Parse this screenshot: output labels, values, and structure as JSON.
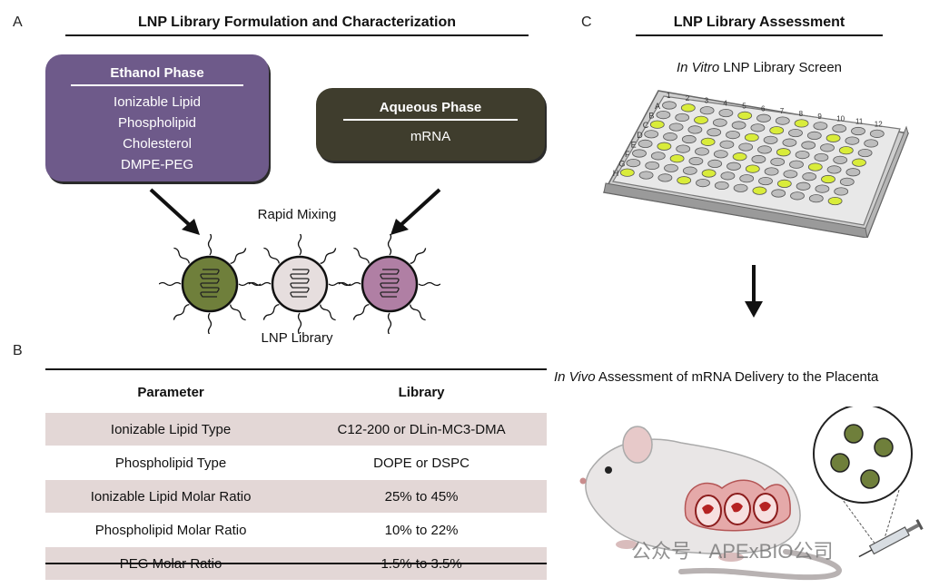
{
  "panels": {
    "a": {
      "letter": "A",
      "title": "LNP Library Formulation and Characterization",
      "ethanol": {
        "title": "Ethanol Phase",
        "items": [
          "Ionizable Lipid",
          "Phospholipid",
          "Cholesterol",
          "DMPE-PEG"
        ],
        "color": "#6e5a8a"
      },
      "aqueous": {
        "title": "Aqueous Phase",
        "items": [
          "mRNA"
        ],
        "color": "#3f3d2d"
      },
      "mixing_label": "Rapid Mixing",
      "library_label": "LNP Library",
      "particle_colors": [
        "#6f7f3b",
        "#e6dede",
        "#b07fa4"
      ]
    },
    "b": {
      "letter": "B",
      "columns": [
        "Parameter",
        "Library"
      ],
      "rows": [
        {
          "parameter": "Ionizable Lipid Type",
          "library": "C12-200 or DLin-MC3-DMA"
        },
        {
          "parameter": "Phospholipid Type",
          "library": "DOPE or DSPC"
        },
        {
          "parameter": "Ionizable Lipid Molar Ratio",
          "library": "25% to 45%"
        },
        {
          "parameter": "Phospholipid Molar Ratio",
          "library": "10% to 22%"
        },
        {
          "parameter": "PEG Molar Ratio",
          "library": "1.5% to 3.5%"
        }
      ]
    },
    "c": {
      "letter": "C",
      "title": "LNP Library Assessment",
      "in_vitro_italic": "In Vitro",
      "in_vitro_rest": " LNP Library Screen",
      "in_vivo_italic": "In Vivo",
      "in_vivo_rest": " Assessment of mRNA Delivery to the Placenta",
      "plate_row_letters": [
        "A",
        "B",
        "C",
        "D",
        "E",
        "F",
        "G",
        "H"
      ],
      "plate_col_numbers": [
        "1",
        "2",
        "3",
        "4",
        "5",
        "6",
        "7",
        "8",
        "9",
        "10",
        "11",
        "12"
      ],
      "well_highlight_color": "#d9ec3a"
    }
  },
  "watermark": "公众号 · APExBIO公司"
}
